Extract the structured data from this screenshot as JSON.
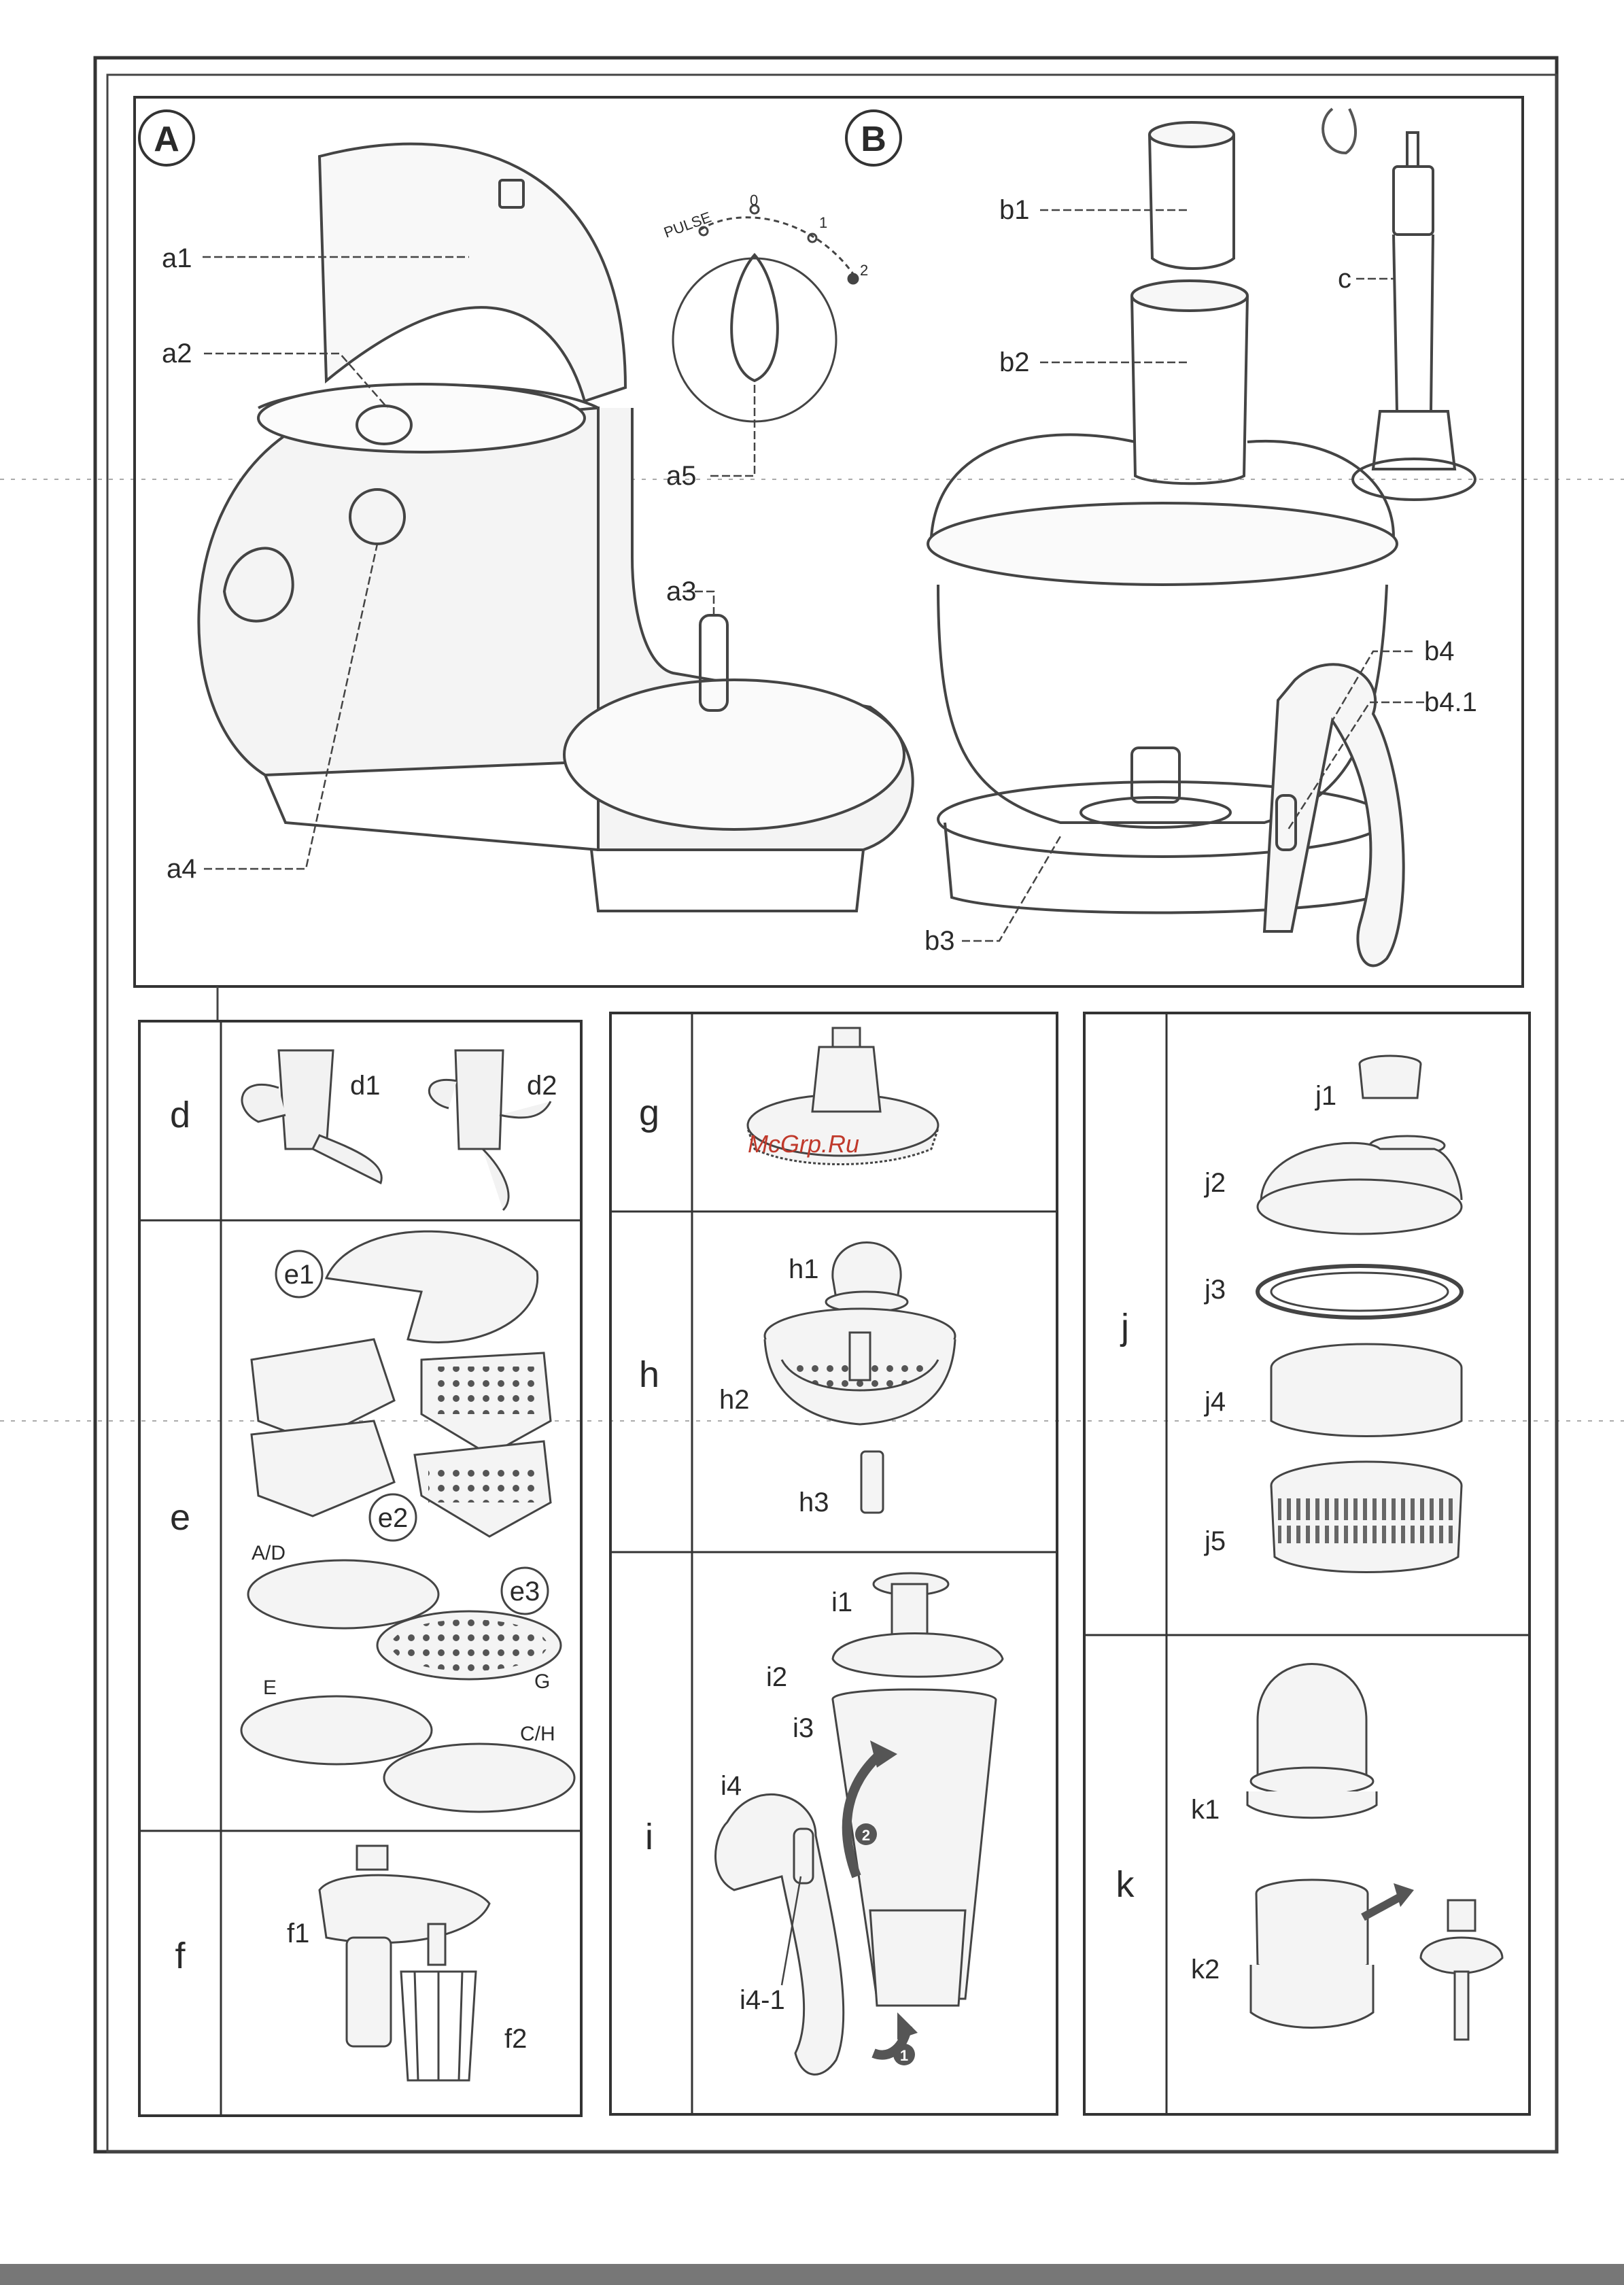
{
  "panels": {
    "A": {
      "badge": "A",
      "labels": [
        "a1",
        "a2",
        "a3",
        "a4",
        "a5"
      ],
      "dial_marks": [
        "PULSE",
        "0",
        "1",
        "2"
      ]
    },
    "B": {
      "badge": "B",
      "labels": [
        "b1",
        "b2",
        "b3",
        "b4",
        "b4.1",
        "c"
      ]
    }
  },
  "sections": {
    "d": {
      "letter": "d",
      "labels": [
        "d1",
        "d2"
      ]
    },
    "e": {
      "letter": "e",
      "labels": [
        "e1",
        "e2",
        "e3",
        "A/D",
        "G",
        "E",
        "C/H"
      ]
    },
    "f": {
      "letter": "f",
      "labels": [
        "f1",
        "f2"
      ]
    },
    "g": {
      "letter": "g"
    },
    "h": {
      "letter": "h",
      "labels": [
        "h1",
        "h2",
        "h3"
      ]
    },
    "i": {
      "letter": "i",
      "labels": [
        "i1",
        "i2",
        "i3",
        "i4",
        "i4-1"
      ],
      "steps": [
        "2",
        "1"
      ]
    },
    "j": {
      "letter": "j",
      "labels": [
        "j1",
        "j2",
        "j3",
        "j4",
        "j5"
      ]
    },
    "k": {
      "letter": "k",
      "labels": [
        "k1",
        "k2"
      ]
    }
  },
  "watermark": "McGrp.Ru"
}
